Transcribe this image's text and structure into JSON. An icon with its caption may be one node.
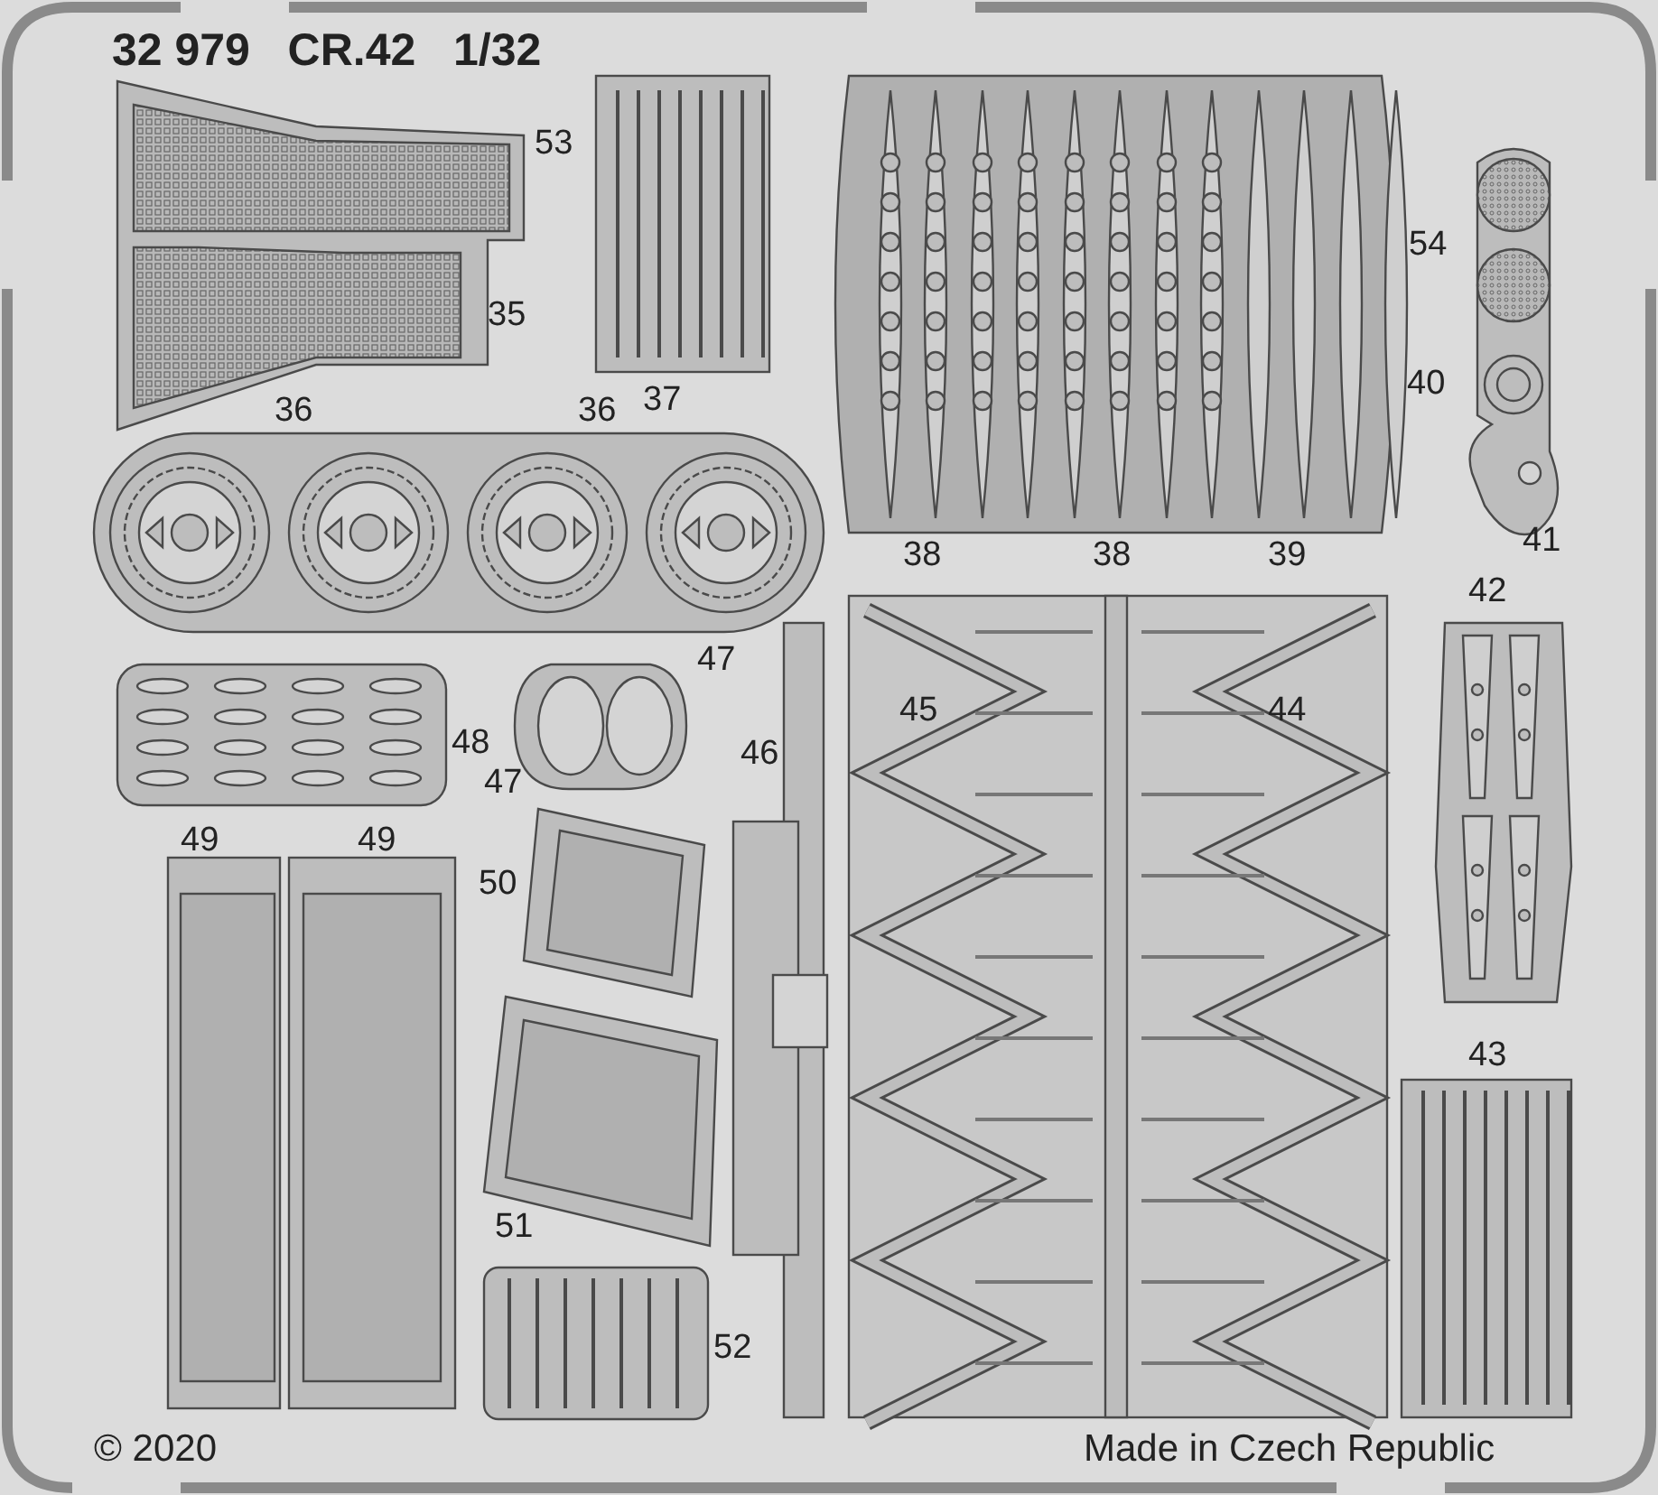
{
  "diagram": {
    "title": "32 979   CR.42   1/32",
    "labels": [
      "53",
      "35",
      "36",
      "36",
      "37",
      "54",
      "38",
      "38",
      "39",
      "40",
      "41",
      "42",
      "47",
      "45",
      "44",
      "48",
      "47",
      "46",
      "49",
      "49",
      "50",
      "51",
      "52",
      "43",
      "© 2020",
      "Made in Czech Republic"
    ]
  }
}
